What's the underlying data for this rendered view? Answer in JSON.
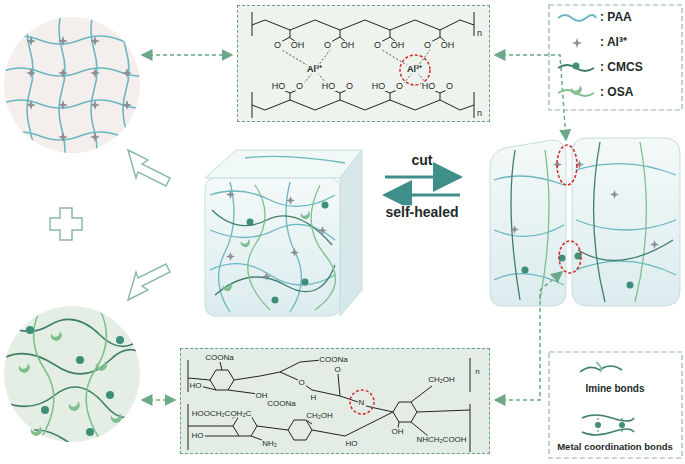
{
  "diagram": {
    "nodes": [
      {
        "text": [
          "O",
          "OH",
          "O",
          "OH",
          "O",
          "OH",
          "O",
          "OH",
          "HO",
          "O",
          "HO",
          "O",
          "HO",
          "O",
          "HO",
          "O",
          "Al³⁺",
          "Al³⁺",
          "n",
          "n"
        ]
      },
      {
        "text": [
          "COONa",
          "COONa",
          "HO",
          "OH",
          "COONa",
          "O",
          "H",
          "O",
          "N",
          "n",
          "HOOCH₂COH₂C",
          "HO",
          "NH₂",
          "CH₂OH",
          "HO",
          "CH₂OH",
          "NHCH₂COOH",
          "OH"
        ]
      }
    ],
    "labels": [
      "cut",
      "self-healed"
    ],
    "legend": [
      {
        "text": ": PAA"
      },
      {
        "text": ": Al³⁺"
      },
      {
        "text": ": CMCS"
      },
      {
        "text": ": OSA"
      },
      {
        "text": "Imine bonds"
      },
      {
        "text": "Metal coordination bonds"
      }
    ]
  }
}
